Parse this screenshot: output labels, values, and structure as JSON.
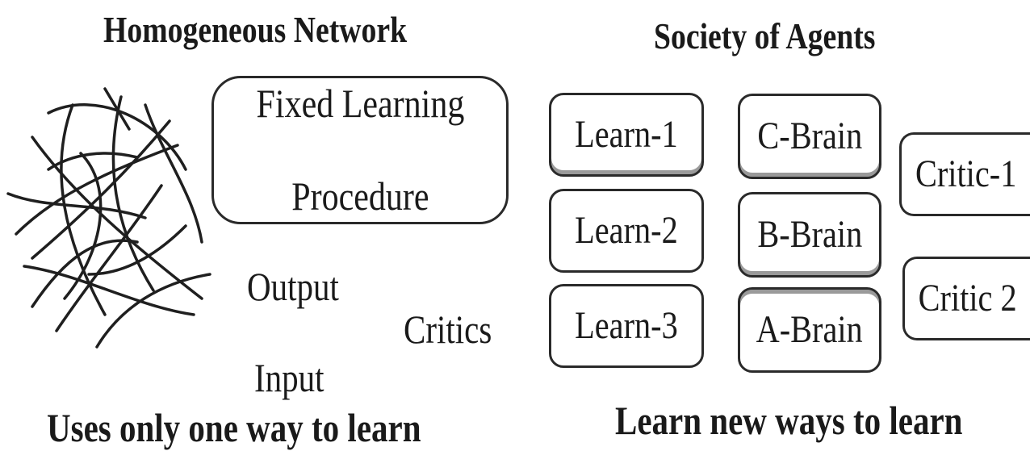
{
  "left": {
    "heading": "Homogeneous Network",
    "box": {
      "line1": "Fixed Learning",
      "line2": "Procedure"
    },
    "labels": {
      "output": "Output",
      "critics": "Critics",
      "input": "Input"
    },
    "caption": "Uses only one way to learn"
  },
  "right": {
    "heading": "Society of Agents",
    "learn_boxes": [
      "Learn-1",
      "Learn-2",
      "Learn-3"
    ],
    "brain_boxes": [
      "C-Brain",
      "B-Brain",
      "A-Brain"
    ],
    "critic_boxes": [
      "Critic-1",
      "Critic 2"
    ],
    "caption": "Learn new ways to learn"
  },
  "icons": {
    "network": "tangled-network-icon"
  }
}
